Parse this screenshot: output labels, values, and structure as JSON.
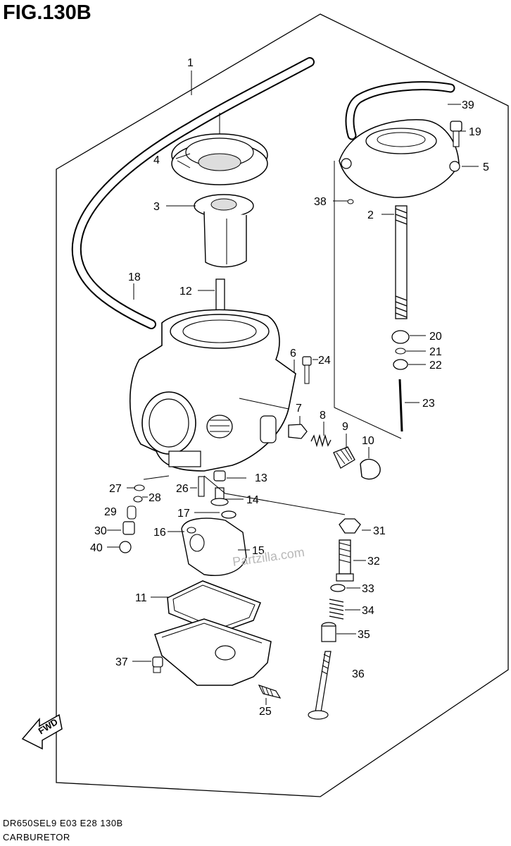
{
  "figure": {
    "title": "FIG.130B",
    "footer_code": "DR650SEL9  E03  E28  130B",
    "footer_name": "CARBURETOR",
    "watermark": "Partzilla.com",
    "fwd_label": "FWD"
  },
  "callouts": [
    "1",
    "2",
    "3",
    "4",
    "5",
    "6",
    "7",
    "8",
    "9",
    "10",
    "11",
    "12",
    "13",
    "14",
    "15",
    "16",
    "17",
    "18",
    "19",
    "20",
    "21",
    "22",
    "23",
    "24",
    "25",
    "26",
    "27",
    "28",
    "29",
    "30",
    "31",
    "32",
    "33",
    "34",
    "35",
    "36",
    "37",
    "38",
    "39",
    "40"
  ]
}
